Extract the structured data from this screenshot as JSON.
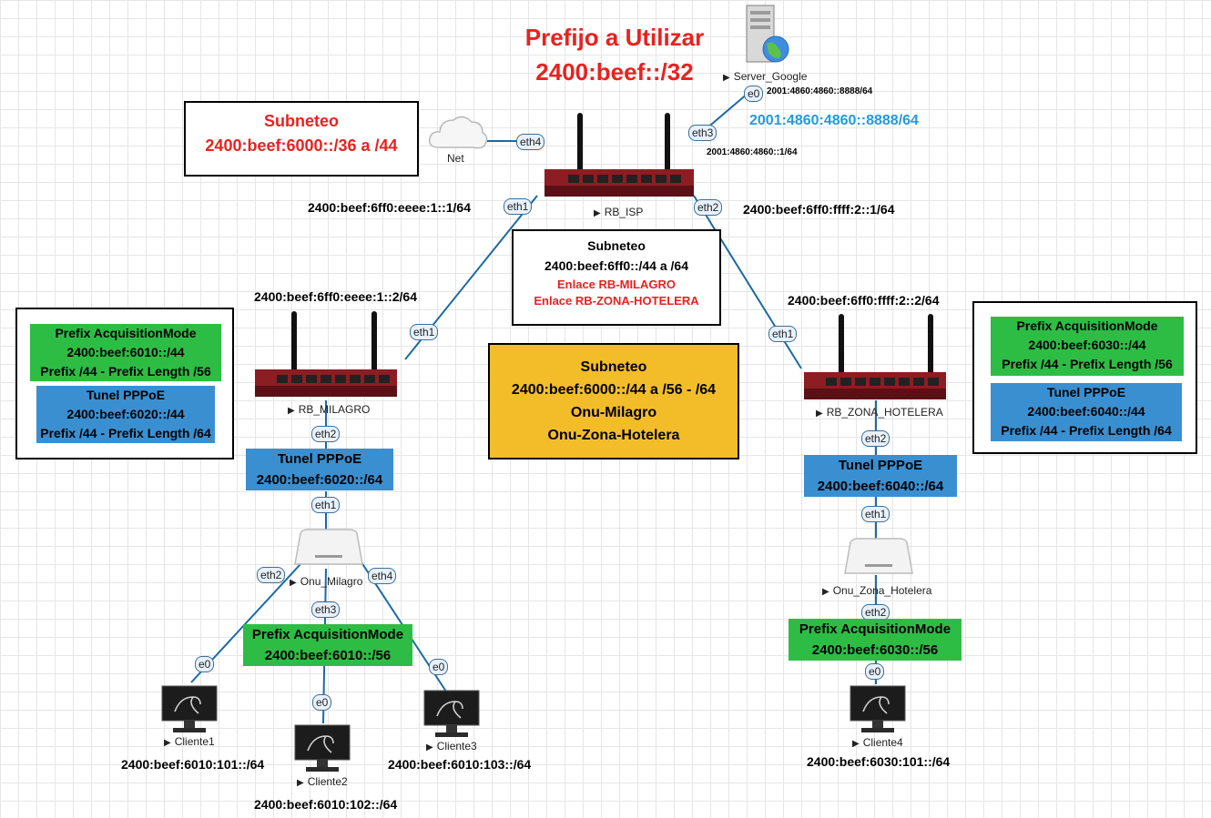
{
  "title": {
    "line1": "Prefijo a Utilizar",
    "line2": "2400:beef::/32"
  },
  "subnet_top": {
    "title": "Subneteo",
    "range": "2400:beef:6000::/36 a /44"
  },
  "subnet_center": {
    "title": "Subneteo",
    "range": "2400:beef:6ff0::/44 a /64",
    "link1": "Enlace RB-MILAGRO",
    "link2": "Enlace RB-ZONA-HOTELERA"
  },
  "subnet_onu": {
    "title": "Subneteo",
    "range": "2400:beef:6000::/44 a /56 - /64",
    "line3": "Onu-Milagro",
    "line4": "Onu-Zona-Hotelera"
  },
  "devices": {
    "server": "Server_Google",
    "net": "Net",
    "rb_isp": "RB_ISP",
    "rb_milagro": "RB_MILAGRO",
    "rb_zona": "RB_ZONA_HOTELERA",
    "onu_milagro": "Onu_Milagro",
    "onu_zona": "Onu_Zona_Hotelera",
    "cliente1": "Cliente1",
    "cliente2": "Cliente2",
    "cliente3": "Cliente3",
    "cliente4": "Cliente4"
  },
  "ports": {
    "server_e0": "e0",
    "isp_eth3": "eth3",
    "isp_eth4": "eth4",
    "isp_eth1": "eth1",
    "isp_eth2": "eth2",
    "mil_eth1": "eth1",
    "mil_eth2": "eth2",
    "zona_eth1": "eth1",
    "zona_eth2": "eth2",
    "onum_eth1": "eth1",
    "onum_eth2": "eth2",
    "onum_eth3": "eth3",
    "onum_eth4": "eth4",
    "onuz_eth1": "eth1",
    "onuz_eth2": "eth2",
    "c1_e0": "e0",
    "c2_e0": "e0",
    "c3_e0": "e0",
    "c4_e0": "e0"
  },
  "addresses": {
    "server_e0": "2001:4860:4860::8888/64",
    "server_big": "2001:4860:4860::8888/64",
    "isp_eth3": "2001:4860:4860::1/64",
    "isp_eth1": "2400:beef:6ff0:eeee:1::1/64",
    "isp_eth2": "2400:beef:6ff0:ffff:2::1/64",
    "mil_eth1": "2400:beef:6ff0:eeee:1::2/64",
    "zona_eth1": "2400:beef:6ff0:ffff:2::2/64",
    "c1": "2400:beef:6010:101::/64",
    "c2": "2400:beef:6010:102::/64",
    "c3": "2400:beef:6010:103::/64",
    "c4": "2400:beef:6030:101::/64"
  },
  "milagro_info": {
    "pd_title": "Prefix AcquisitionMode",
    "pd_prefix": "2400:beef:6010::/44",
    "pd_len": "Prefix /44 - Prefix Length /56",
    "pppoe_title": "Tunel PPPoE",
    "pppoe_prefix": "2400:beef:6020::/44",
    "pppoe_len": "Prefix /44 - Prefix Length /64"
  },
  "zona_info": {
    "pd_title": "Prefix AcquisitionMode",
    "pd_prefix": "2400:beef:6030::/44",
    "pd_len": "Prefix /44 - Prefix Length /56",
    "pppoe_title": "Tunel PPPoE",
    "pppoe_prefix": "2400:beef:6040::/44",
    "pppoe_len": "Prefix /44 - Prefix Length /64"
  },
  "milagro_tunnel": {
    "title": "Tunel PPPoE",
    "prefix": "2400:beef:6020::/64"
  },
  "zona_tunnel": {
    "title": "Tunel PPPoE",
    "prefix": "2400:beef:6040::/64"
  },
  "milagro_pd": {
    "title": "Prefix AcquisitionMode",
    "prefix": "2400:beef:6010::/56"
  },
  "zona_pd": {
    "title": "Prefix AcquisitionMode",
    "prefix": "2400:beef:6030::/56"
  },
  "colors": {
    "red": "#e8221f",
    "green": "#2dbd45",
    "blue": "#3a8fd0",
    "orange": "#f3bd2a",
    "link": "#1a6aa6",
    "cyan": "#1f9be0"
  }
}
